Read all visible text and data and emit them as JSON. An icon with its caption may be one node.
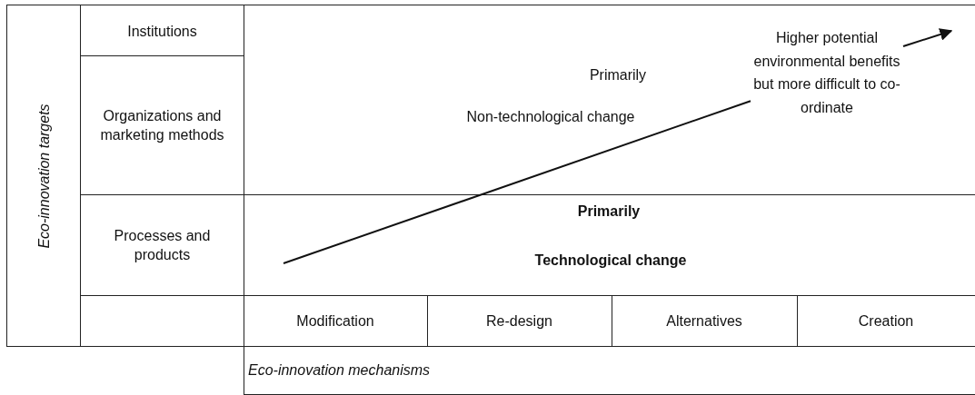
{
  "diagram": {
    "nodes": [
      {
        "text": [
          "Eco-innovation targets"
        ]
      },
      {
        "text": [
          "Institutions"
        ]
      },
      {
        "text": [
          "Organizations and marketing methods"
        ]
      },
      {
        "text": [
          "Processes and products"
        ]
      },
      {
        "text": [],
        "shape": "box"
      },
      {
        "text": [
          "Primarily",
          "Non-technological change"
        ]
      },
      {
        "text": [
          "Primarily",
          "Technological change"
        ]
      },
      {
        "text": [
          "Modification"
        ]
      },
      {
        "text": [
          "Re-design"
        ]
      },
      {
        "text": [
          "Alternatives"
        ]
      },
      {
        "text": [
          "Creation"
        ]
      },
      {
        "text": [
          "Eco-innovation mechanisms"
        ]
      },
      {
        "text": [
          "Higher potential environmental benefits but more difficult to co-ordinate"
        ],
        "in": 5
      }
    ],
    "edges": [
      {
        "from": 6,
        "to": 12,
        "arrow": "none"
      },
      {
        "from": 12,
        "to": 5,
        "arrow": "to"
      }
    ]
  }
}
